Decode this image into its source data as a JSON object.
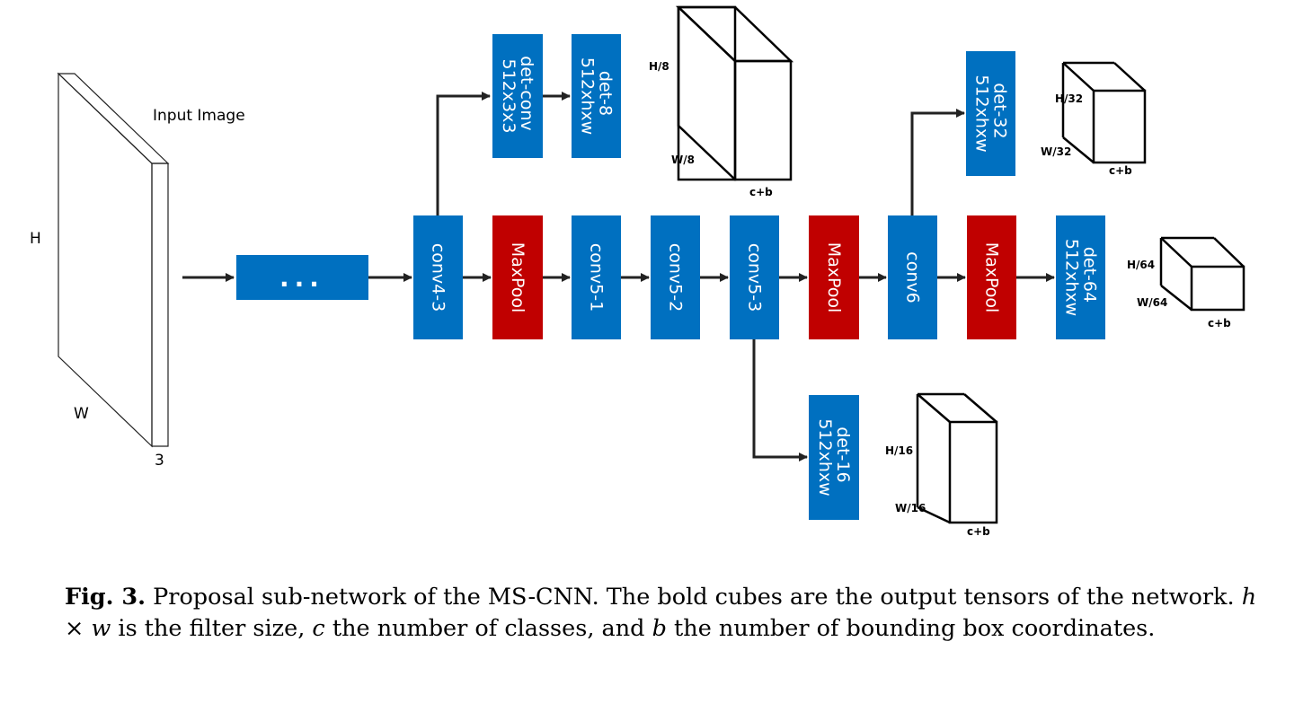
{
  "input": {
    "label": "Input Image",
    "h": "H",
    "w": "W",
    "d": "3"
  },
  "dots": "...",
  "colors": {
    "conv": "#0070c0",
    "pool": "#c00000",
    "line": "#222222"
  },
  "blocks": {
    "conv4_3": "conv4-3",
    "maxpool1": "MaxPool",
    "conv5_1": "conv5-1",
    "conv5_2": "conv5-2",
    "conv5_3": "conv5-3",
    "maxpool2": "MaxPool",
    "conv6": "conv6",
    "maxpool3": "MaxPool",
    "det64": {
      "line1": "det-64",
      "line2": "512xhxw"
    },
    "detconv": {
      "line1": "det-conv",
      "line2": "512x3x3"
    },
    "det8": {
      "line1": "det-8",
      "line2": "512xhxw"
    },
    "det32": {
      "line1": "det-32",
      "line2": "512xhxw"
    },
    "det16": {
      "line1": "det-16",
      "line2": "512xhxw"
    }
  },
  "cubes": {
    "c8": {
      "h": "H/8",
      "w": "W/8",
      "c": "c+b"
    },
    "c32": {
      "h": "H/32",
      "w": "W/32",
      "c": "c+b"
    },
    "c64": {
      "h": "H/64",
      "w": "W/64",
      "c": "c+b"
    },
    "c16": {
      "h": "H/16",
      "w": "W/16",
      "c": "c+b"
    }
  },
  "caption": {
    "fig": "Fig. 3.",
    "seg1": " Proposal sub-network of the MS-CNN. The bold cubes are the output tensors of the network. ",
    "math1": "h",
    "times": " × ",
    "math2": "w",
    "seg2": " is the filter size, ",
    "math3": "c",
    "seg3": " the number of classes, and ",
    "math4": "b",
    "seg4": " the number of bounding box coordinates."
  }
}
